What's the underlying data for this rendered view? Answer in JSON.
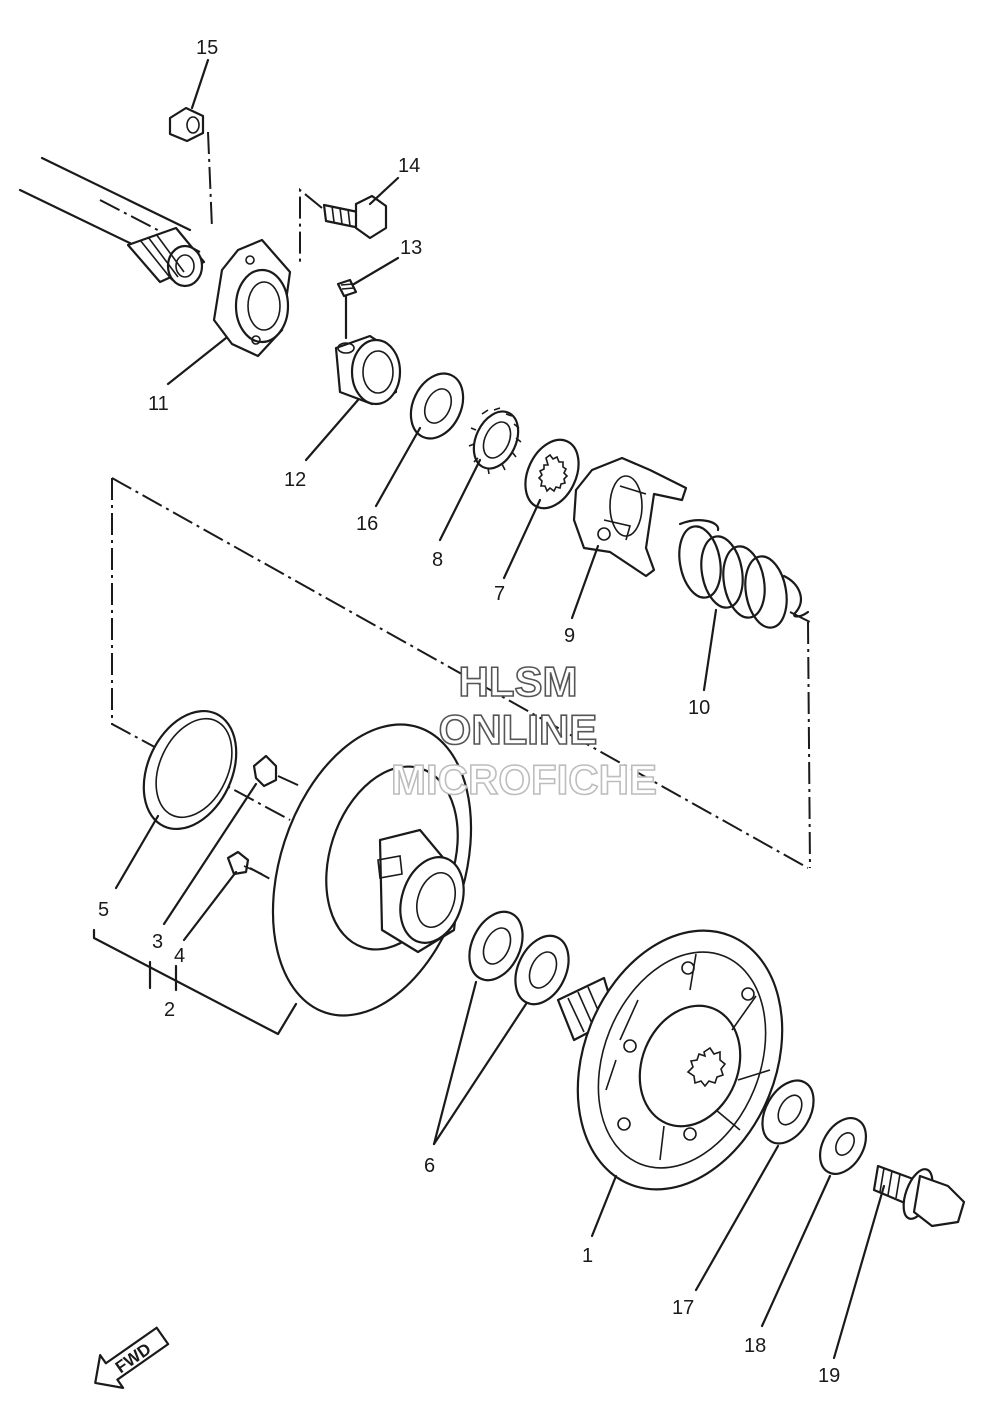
{
  "diagram": {
    "callouts": [
      {
        "id": "15",
        "label": "15"
      },
      {
        "id": "14",
        "label": "14"
      },
      {
        "id": "13",
        "label": "13"
      },
      {
        "id": "11",
        "label": "11"
      },
      {
        "id": "12",
        "label": "12"
      },
      {
        "id": "16",
        "label": "16"
      },
      {
        "id": "8",
        "label": "8"
      },
      {
        "id": "7",
        "label": "7"
      },
      {
        "id": "9",
        "label": "9"
      },
      {
        "id": "10",
        "label": "10"
      },
      {
        "id": "5",
        "label": "5"
      },
      {
        "id": "3",
        "label": "3"
      },
      {
        "id": "4",
        "label": "4"
      },
      {
        "id": "2",
        "label": "2"
      },
      {
        "id": "6",
        "label": "6"
      },
      {
        "id": "1",
        "label": "1"
      },
      {
        "id": "17",
        "label": "17"
      },
      {
        "id": "18",
        "label": "18"
      },
      {
        "id": "19",
        "label": "19"
      }
    ],
    "watermark": {
      "line1": "HLSM",
      "line2": "ONLINE",
      "line3": "MICROFICHE"
    },
    "fwd_label": "FWD"
  }
}
